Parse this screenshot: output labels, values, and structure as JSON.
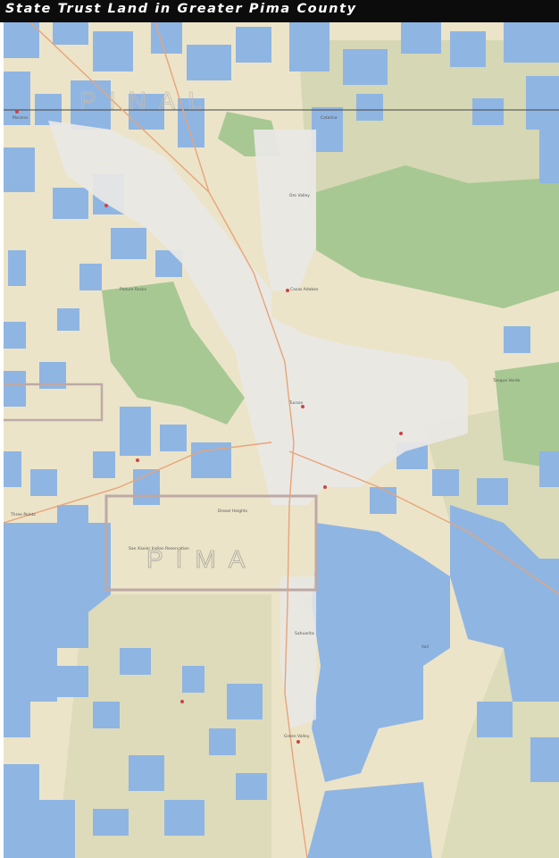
{
  "title": "State Trust Land in Greater Pima County",
  "colors": {
    "trust_land": "#8fb5e3",
    "desert": "#ece4c8",
    "urban": "#e9e8e5",
    "forest": "#a7c893",
    "mountain": "#c5cca4",
    "title_bg": "#0c0c0c",
    "title_fg": "#ffffff",
    "boundary": "#bda9a6",
    "road": "#e7a479"
  },
  "map_labels": {
    "pinal_county": "PINAL",
    "pima_county": "PIMA"
  },
  "places": {
    "casas_adobes": "Casas Adobes",
    "tucson": "Tucson",
    "tanque_verde": "Tanque Verde",
    "drexel_heights": "Drexel Heights",
    "green_valley": "Green Valley",
    "tohono_oodham": "San Xavier Indian Reservation",
    "catalina": "Catalina",
    "oro_valley": "Oro Valley",
    "marana": "Marana",
    "sahuarita": "Sahuarita",
    "vail": "Vail",
    "three_points": "Three Points",
    "picture_rocks": "Picture Rocks"
  }
}
